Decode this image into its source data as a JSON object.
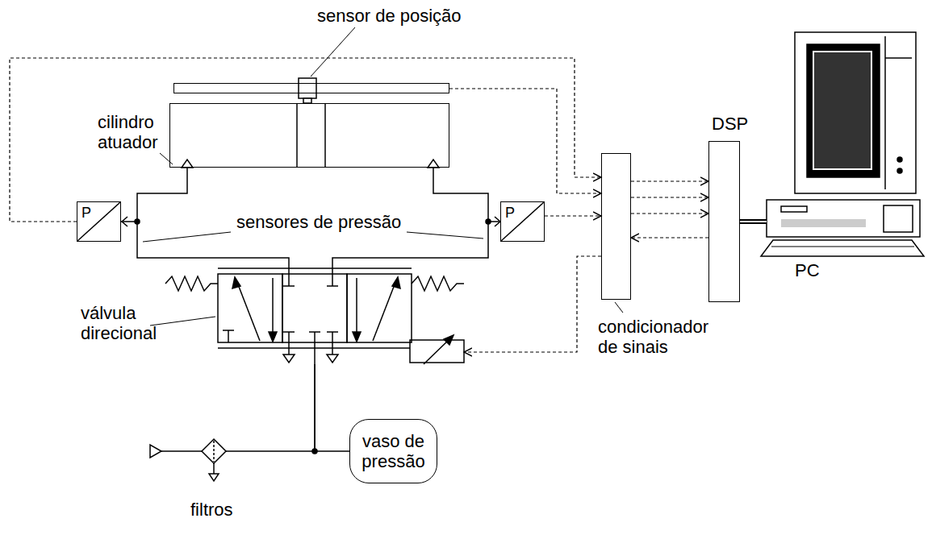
{
  "diagram": {
    "nodes": [
      {
        "text": [
          "sensor de posição"
        ]
      },
      {
        "text": [
          "cilindro atuador"
        ]
      },
      {
        "text": [
          "P"
        ]
      },
      {
        "text": [
          "P"
        ]
      },
      {
        "text": [
          "válvula direcional"
        ]
      },
      {
        "text": [
          "condicionador de sinais"
        ]
      },
      {
        "text": [
          "DSP"
        ]
      },
      {
        "text": [
          "PC"
        ]
      },
      {
        "text": [
          "vaso de pressão"
        ]
      },
      {
        "text": [
          "filtros"
        ]
      }
    ],
    "edges": [
      {
        "from": 0,
        "to": 5,
        "arrow": "to"
      },
      {
        "from": 2,
        "to": 5,
        "arrow": "to"
      },
      {
        "from": 3,
        "to": 5,
        "arrow": "to"
      },
      {
        "from": 5,
        "to": 6,
        "arrow": "to"
      },
      {
        "from": 5,
        "to": 6,
        "arrow": "to"
      },
      {
        "from": 5,
        "to": 6,
        "arrow": "to"
      },
      {
        "from": 6,
        "to": 5,
        "arrow": "to"
      },
      {
        "from": 5,
        "to": 4,
        "arrow": "to"
      },
      {
        "from": 6,
        "to": 7,
        "arrow": "none"
      },
      {
        "from": 1,
        "to": 4,
        "arrow": "none"
      },
      {
        "from": 1,
        "to": 4,
        "arrow": "none"
      },
      {
        "from": 9,
        "to": 4,
        "arrow": "none"
      },
      {
        "from": 8,
        "to": 4,
        "arrow": "none"
      }
    ],
    "labels": [
      "sensores de pressão"
    ]
  }
}
